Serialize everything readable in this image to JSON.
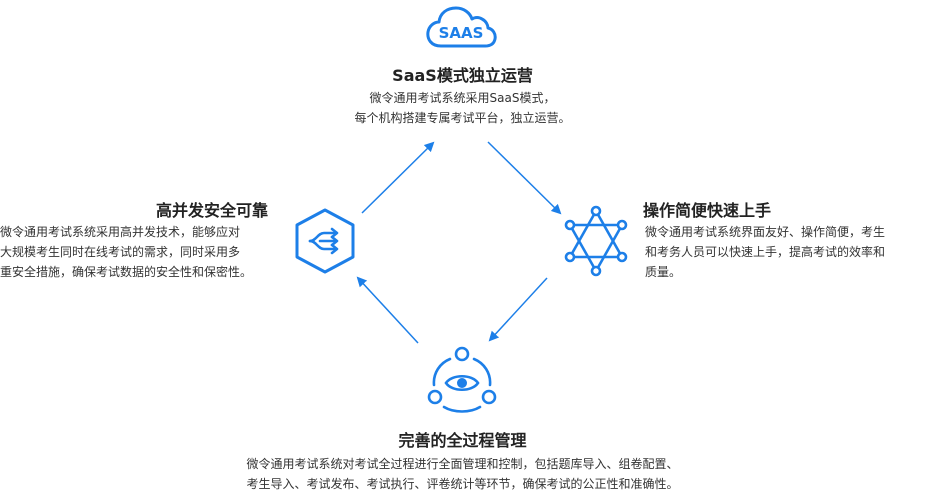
{
  "colors": {
    "accent": "#1d7fe8",
    "title": "#222222",
    "text": "#333333"
  },
  "top": {
    "icon": "saas-cloud-icon",
    "icon_text": "SAAS",
    "title": "SaaS模式独立运营",
    "desc": [
      "微令通用考试系统采用SaaS模式，",
      "每个机构搭建专属考试平台，独立运营。"
    ]
  },
  "right": {
    "icon": "hexagram-network-icon",
    "title": "操作简便快速上手",
    "desc": [
      "微令通用考试系统界面友好、操作简便，考生",
      "和考务人员可以快速上手，提高考试的效率和",
      "质量。"
    ]
  },
  "bottom": {
    "icon": "eye-users-icon",
    "title": "完善的全过程管理",
    "desc": [
      "微令通用考试系统对考试全过程进行全面管理和控制，包括题库导入、组卷配置、",
      "考生导入、考试发布、考试执行、评卷统计等环节，确保考试的公正性和准确性。"
    ]
  },
  "left": {
    "icon": "hexagon-arrows-icon",
    "title": "高并发安全可靠",
    "desc": [
      "微令通用考试系统采用高并发技术，能够应对",
      "大规模考生同时在线考试的需求，同时采用多",
      "重安全措施，确保考试数据的安全性和保密性。"
    ]
  }
}
